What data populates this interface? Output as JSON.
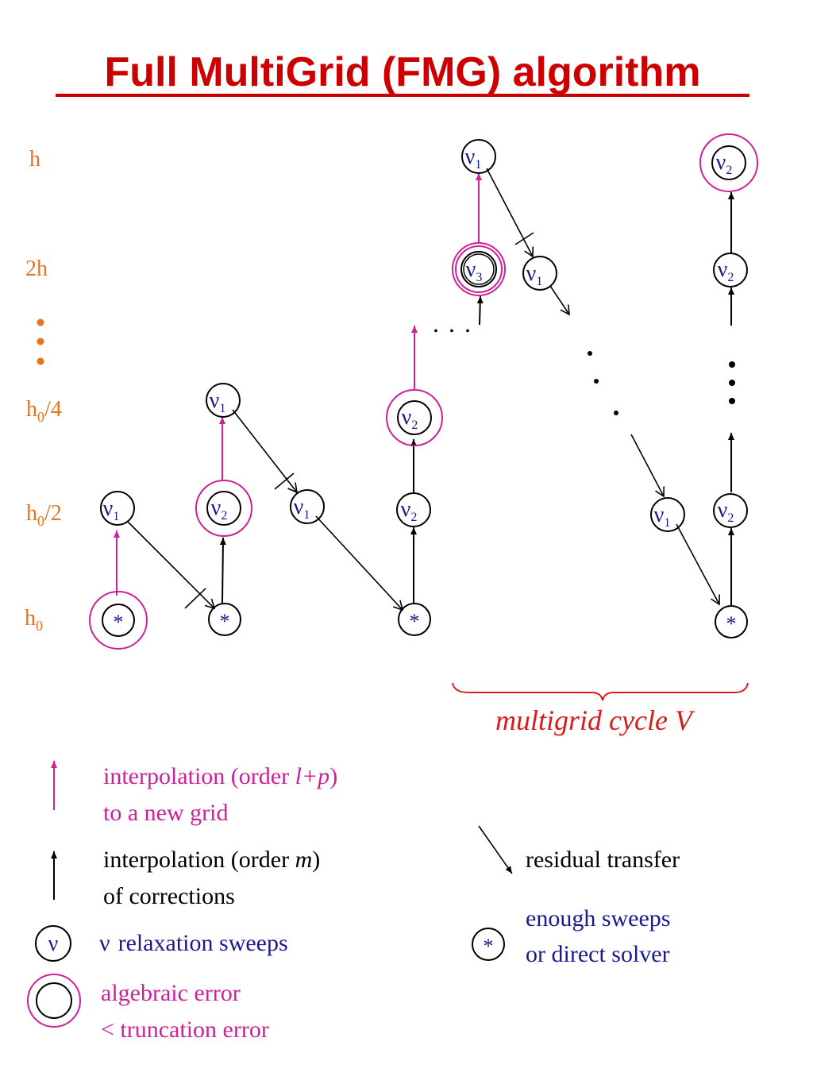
{
  "title": "Full MultiGrid (FMG) algorithm",
  "levels": {
    "h": "h",
    "h2": "2h",
    "h0q_base": "h",
    "h0q_sub": "0",
    "h0q_tail": "/4",
    "h0h_base": "h",
    "h0h_sub": "0",
    "h0h_tail": "/2",
    "h0_base": "h",
    "h0_sub": "0"
  },
  "symbols": {
    "nu": "ν",
    "sub1": "1",
    "sub2": "2",
    "sub3": "3",
    "star": "*",
    "dots": ". . ."
  },
  "cycle_label": "multigrid cycle V",
  "legend": {
    "interp_new_a": "interpolation (order ",
    "interp_new_lp": "l+p",
    "interp_new_b": ")",
    "interp_new_line2": "to a new grid",
    "interp_corr_a": "interpolation (order ",
    "interp_corr_m": "m",
    "interp_corr_b": ")",
    "interp_corr_line2": "of corrections",
    "residual": "residual transfer",
    "relax_nu": "ν",
    "relax": "relaxation sweeps",
    "solver_line1": "enough sweeps",
    "solver_line2": "or direct solver",
    "alg_line1": "algebraic error",
    "alg_line2": "< truncation error"
  },
  "colors": {
    "title": "#cc0000",
    "level": "#e8731c",
    "interp_new": "#cc2299",
    "node_text": "#1a1a8c",
    "cycle": "#d81b1b"
  }
}
